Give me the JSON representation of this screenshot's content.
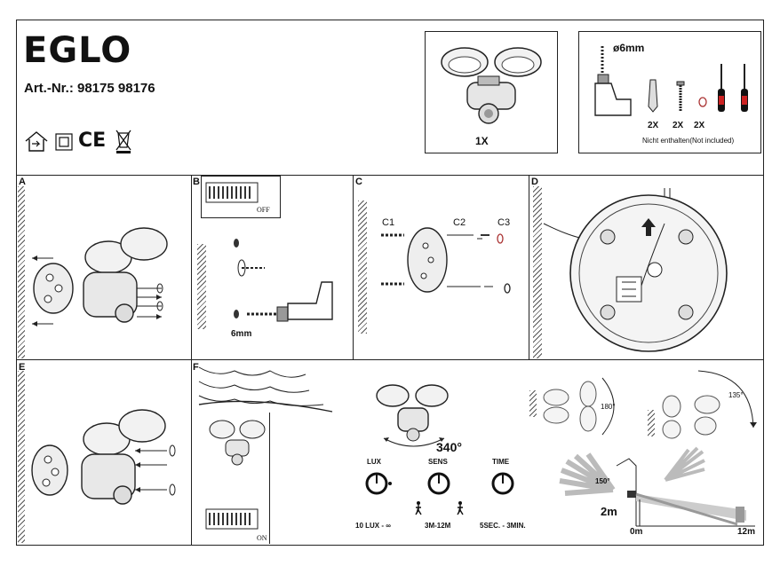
{
  "header": {
    "brand": "EGLO",
    "article_number": "Art.-Nr.: 98175 98176",
    "ce_mark": "CE"
  },
  "contents_box": {
    "quantity": "1X"
  },
  "tools_box": {
    "drill_size": "ø6mm",
    "counts": [
      "2X",
      "2X",
      "2X"
    ],
    "note": "Nicht enthalten(Not included)"
  },
  "panels": {
    "a": {
      "label": "A"
    },
    "b": {
      "label": "B",
      "switch_state": "OFF",
      "drill_label": "6mm"
    },
    "c": {
      "label": "C",
      "callouts": [
        "C1",
        "C2",
        "C3"
      ]
    },
    "d": {
      "label": "D"
    },
    "e": {
      "label": "E"
    },
    "f": {
      "label": "F",
      "switch_state": "ON"
    }
  },
  "settings": {
    "rotation": "340°",
    "knobs": [
      {
        "title": "LUX",
        "range": "10 LUX - ∞"
      },
      {
        "title": "SENS",
        "range": "3M-12M"
      },
      {
        "title": "TIME",
        "range": "5SEC. - 3MIN."
      }
    ],
    "tilt_180": "180°",
    "tilt_135": "135°",
    "detection_angle": "150°",
    "mount_height": "2m",
    "distance_start": "0m",
    "distance_end": "12m"
  }
}
